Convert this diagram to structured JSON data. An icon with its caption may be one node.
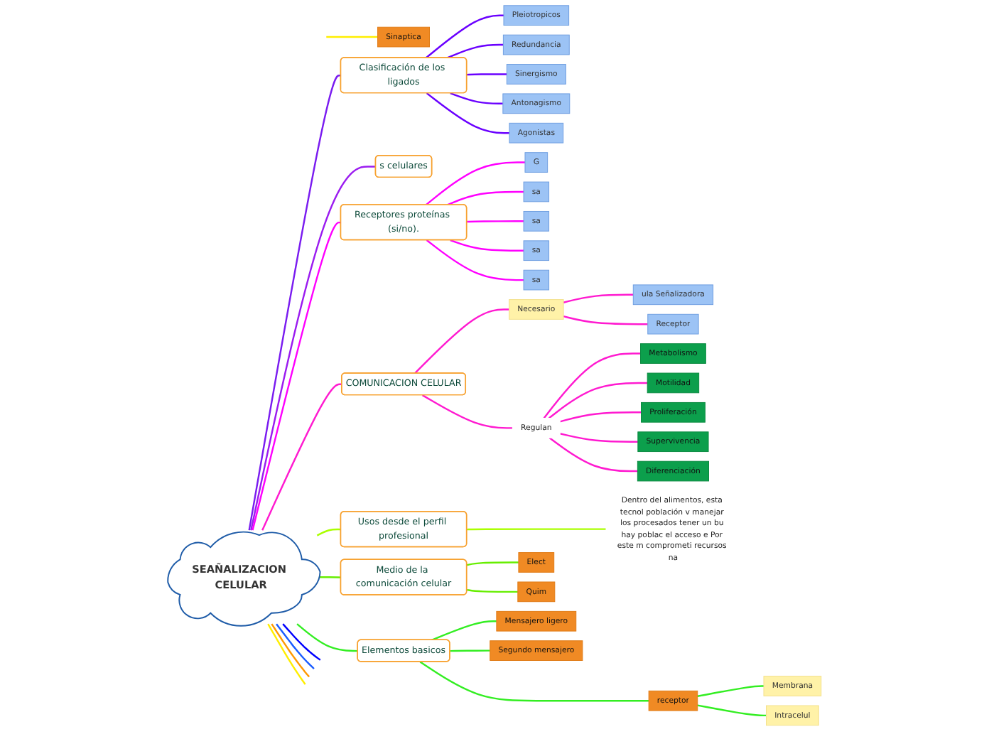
{
  "diagram": {
    "nodes": [
      {
        "text": [
          "SEAÑALIZACION CELULAR"
        ]
      },
      {
        "text": [
          "Clasificación de los ligados"
        ]
      },
      {
        "text": [
          "Pleiotropicos"
        ]
      },
      {
        "text": [
          "Redundancia"
        ]
      },
      {
        "text": [
          "Sinergismo"
        ]
      },
      {
        "text": [
          "Antonagismo"
        ]
      },
      {
        "text": [
          "Agonistas"
        ]
      },
      {
        "text": [
          "s celulares"
        ]
      },
      {
        "text": [
          "Receptores proteínas (si/no)."
        ]
      },
      {
        "text": [
          "G"
        ]
      },
      {
        "text": [
          "sa"
        ]
      },
      {
        "text": [
          "sa"
        ]
      },
      {
        "text": [
          "sa"
        ]
      },
      {
        "text": [
          "sa"
        ]
      },
      {
        "text": [
          "COMUNICACION CELULAR"
        ]
      },
      {
        "text": [
          "Necesario"
        ]
      },
      {
        "text": [
          "ula Señalizadora"
        ]
      },
      {
        "text": [
          "Receptor"
        ]
      },
      {
        "text": [
          "Regulan"
        ]
      },
      {
        "text": [
          "Metabolismo"
        ]
      },
      {
        "text": [
          "Motilidad"
        ]
      },
      {
        "text": [
          "Proliferación"
        ]
      },
      {
        "text": [
          "Supervivencia"
        ]
      },
      {
        "text": [
          "Diferenciación"
        ]
      },
      {
        "text": [
          "Sinaptica"
        ]
      },
      {
        "text": [
          "Usos desde el perfil profesional"
        ]
      },
      {
        "text": [
          "Dentro del alimentos, esta tecnol población v manejar los procesados tener un bu hay poblac el acceso e Por este m comprometi recursos na"
        ]
      },
      {
        "text": [
          "Medio de la comunicación celular"
        ]
      },
      {
        "text": [
          "Elect"
        ]
      },
      {
        "text": [
          "Quim"
        ]
      },
      {
        "text": [
          "Elementos basicos"
        ]
      },
      {
        "text": [
          "Mensajero ligero"
        ]
      },
      {
        "text": [
          "Segundo mensajero"
        ]
      },
      {
        "text": [
          "receptor"
        ]
      },
      {
        "text": [
          "Membrana"
        ]
      },
      {
        "text": [
          "Intracelul"
        ]
      }
    ],
    "edges": [
      {
        "from": 0,
        "to": 1,
        "arrow": "none",
        "color": "#7a1cf0"
      },
      {
        "from": 1,
        "to": 2,
        "arrow": "none",
        "color": "#6a00ff"
      },
      {
        "from": 1,
        "to": 3,
        "arrow": "none",
        "color": "#6a00ff"
      },
      {
        "from": 1,
        "to": 4,
        "arrow": "none",
        "color": "#6a00ff"
      },
      {
        "from": 1,
        "to": 5,
        "arrow": "none",
        "color": "#6a00ff"
      },
      {
        "from": 1,
        "to": 6,
        "arrow": "none",
        "color": "#6a00ff"
      },
      {
        "from": 0,
        "to": 7,
        "arrow": "none",
        "color": "#9b1cf0"
      },
      {
        "from": 0,
        "to": 8,
        "arrow": "none",
        "color": "#ff00ff"
      },
      {
        "from": 8,
        "to": 9,
        "arrow": "none",
        "color": "#ff00ff"
      },
      {
        "from": 8,
        "to": 10,
        "arrow": "none",
        "color": "#ff00ff"
      },
      {
        "from": 8,
        "to": 11,
        "arrow": "none",
        "color": "#ff00ff"
      },
      {
        "from": 8,
        "to": 12,
        "arrow": "none",
        "color": "#ff00ff"
      },
      {
        "from": 8,
        "to": 13,
        "arrow": "none",
        "color": "#ff00ff"
      },
      {
        "from": 0,
        "to": 14,
        "arrow": "none",
        "color": "#ff1ad0"
      },
      {
        "from": 14,
        "to": 15,
        "arrow": "none",
        "color": "#ff1ad0"
      },
      {
        "from": 15,
        "to": 16,
        "arrow": "none",
        "color": "#ff1ad0"
      },
      {
        "from": 15,
        "to": 17,
        "arrow": "none",
        "color": "#ff1ad0"
      },
      {
        "from": 14,
        "to": 18,
        "arrow": "none",
        "color": "#ff1ad0"
      },
      {
        "from": 18,
        "to": 19,
        "arrow": "none",
        "color": "#ff1ad0"
      },
      {
        "from": 18,
        "to": 20,
        "arrow": "none",
        "color": "#ff1ad0"
      },
      {
        "from": 18,
        "to": 21,
        "arrow": "none",
        "color": "#ff1ad0"
      },
      {
        "from": 18,
        "to": 22,
        "arrow": "none",
        "color": "#ff1ad0"
      },
      {
        "from": 18,
        "to": 23,
        "arrow": "none",
        "color": "#ff1ad0"
      },
      {
        "from": null,
        "to": 24,
        "arrow": "none",
        "color": "#ffee00"
      },
      {
        "from": 0,
        "to": 25,
        "arrow": "none",
        "color": "#aaff00"
      },
      {
        "from": 25,
        "to": 26,
        "arrow": "none",
        "color": "#aaff00"
      },
      {
        "from": 0,
        "to": 27,
        "arrow": "none",
        "color": "#66ee00"
      },
      {
        "from": 27,
        "to": 28,
        "arrow": "none",
        "color": "#66ee00"
      },
      {
        "from": 27,
        "to": 29,
        "arrow": "none",
        "color": "#66ee00"
      },
      {
        "from": 0,
        "to": 30,
        "arrow": "none",
        "color": "#33ee22"
      },
      {
        "from": 30,
        "to": 31,
        "arrow": "none",
        "color": "#33ee22"
      },
      {
        "from": 30,
        "to": 32,
        "arrow": "none",
        "color": "#33ee22"
      },
      {
        "from": 30,
        "to": 33,
        "arrow": "none",
        "color": "#33ee22"
      },
      {
        "from": 33,
        "to": 34,
        "arrow": "none",
        "color": "#33ee22"
      },
      {
        "from": 33,
        "to": 35,
        "arrow": "none",
        "color": "#33ee22"
      },
      {
        "from": 0,
        "to": null,
        "arrow": "none",
        "color": "#0000ff"
      },
      {
        "from": 0,
        "to": null,
        "arrow": "none",
        "color": "#1a5cff"
      },
      {
        "from": 0,
        "to": null,
        "arrow": "none",
        "color": "#ff9900"
      },
      {
        "from": 0,
        "to": null,
        "arrow": "none",
        "color": "#ffee00"
      }
    ]
  }
}
